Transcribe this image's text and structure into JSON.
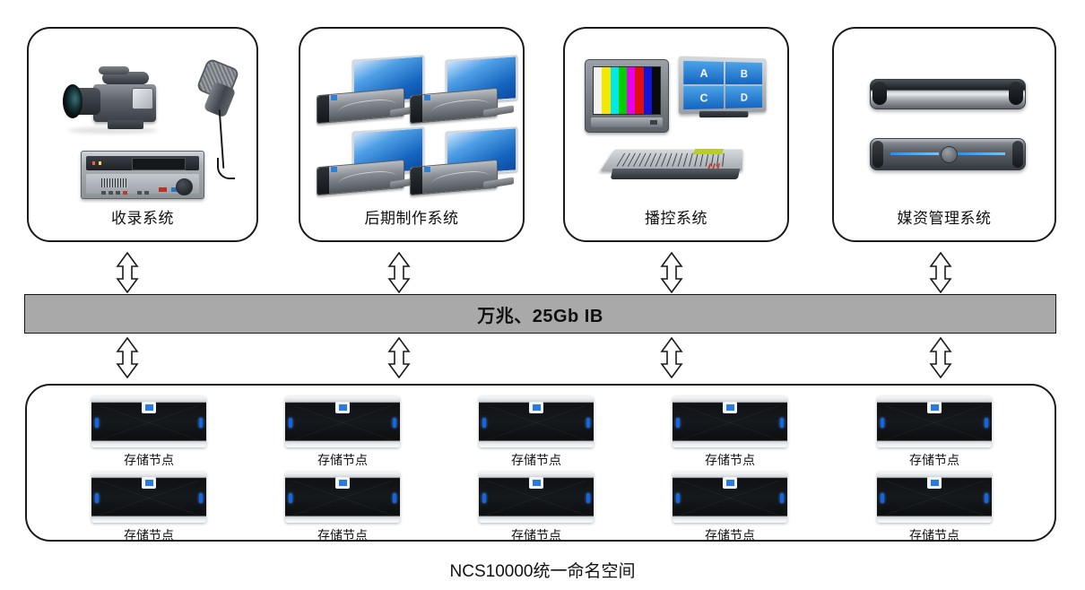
{
  "diagram": {
    "title": "NCS10000统一命名空间",
    "network_bar": {
      "label": "万兆、25Gb IB",
      "color": "#a9a9a9"
    },
    "systems": [
      {
        "id": "ingest",
        "label": "收录系统",
        "icons": [
          "video-camera-icon",
          "microphone-icon",
          "vtr-deck-icon"
        ]
      },
      {
        "id": "postpro",
        "label": "后期制作系统",
        "icons": [
          "workstation-icon",
          "workstation-icon",
          "workstation-icon",
          "workstation-icon"
        ]
      },
      {
        "id": "playout",
        "label": "播控系统",
        "icons": [
          "crt-colorbar-monitor-icon",
          "multiviewer-icon",
          "audio-mixer-icon"
        ]
      },
      {
        "id": "media-asset",
        "label": "媒资管理系统",
        "icons": [
          "tape-library-icon",
          "rack-server-icon"
        ]
      }
    ],
    "multiviewer_quadrants": [
      "A",
      "B",
      "C",
      "D"
    ],
    "storage_nodes": [
      {
        "label": "存储节点"
      },
      {
        "label": "存储节点"
      },
      {
        "label": "存储节点"
      },
      {
        "label": "存储节点"
      },
      {
        "label": "存储节点"
      },
      {
        "label": "存储节点"
      },
      {
        "label": "存储节点"
      },
      {
        "label": "存储节点"
      },
      {
        "label": "存储节点"
      },
      {
        "label": "存储节点"
      }
    ],
    "connectors": {
      "type": "double-headed-vertical-arrow",
      "above_bar_count": 4,
      "below_bar_count": 4
    }
  }
}
